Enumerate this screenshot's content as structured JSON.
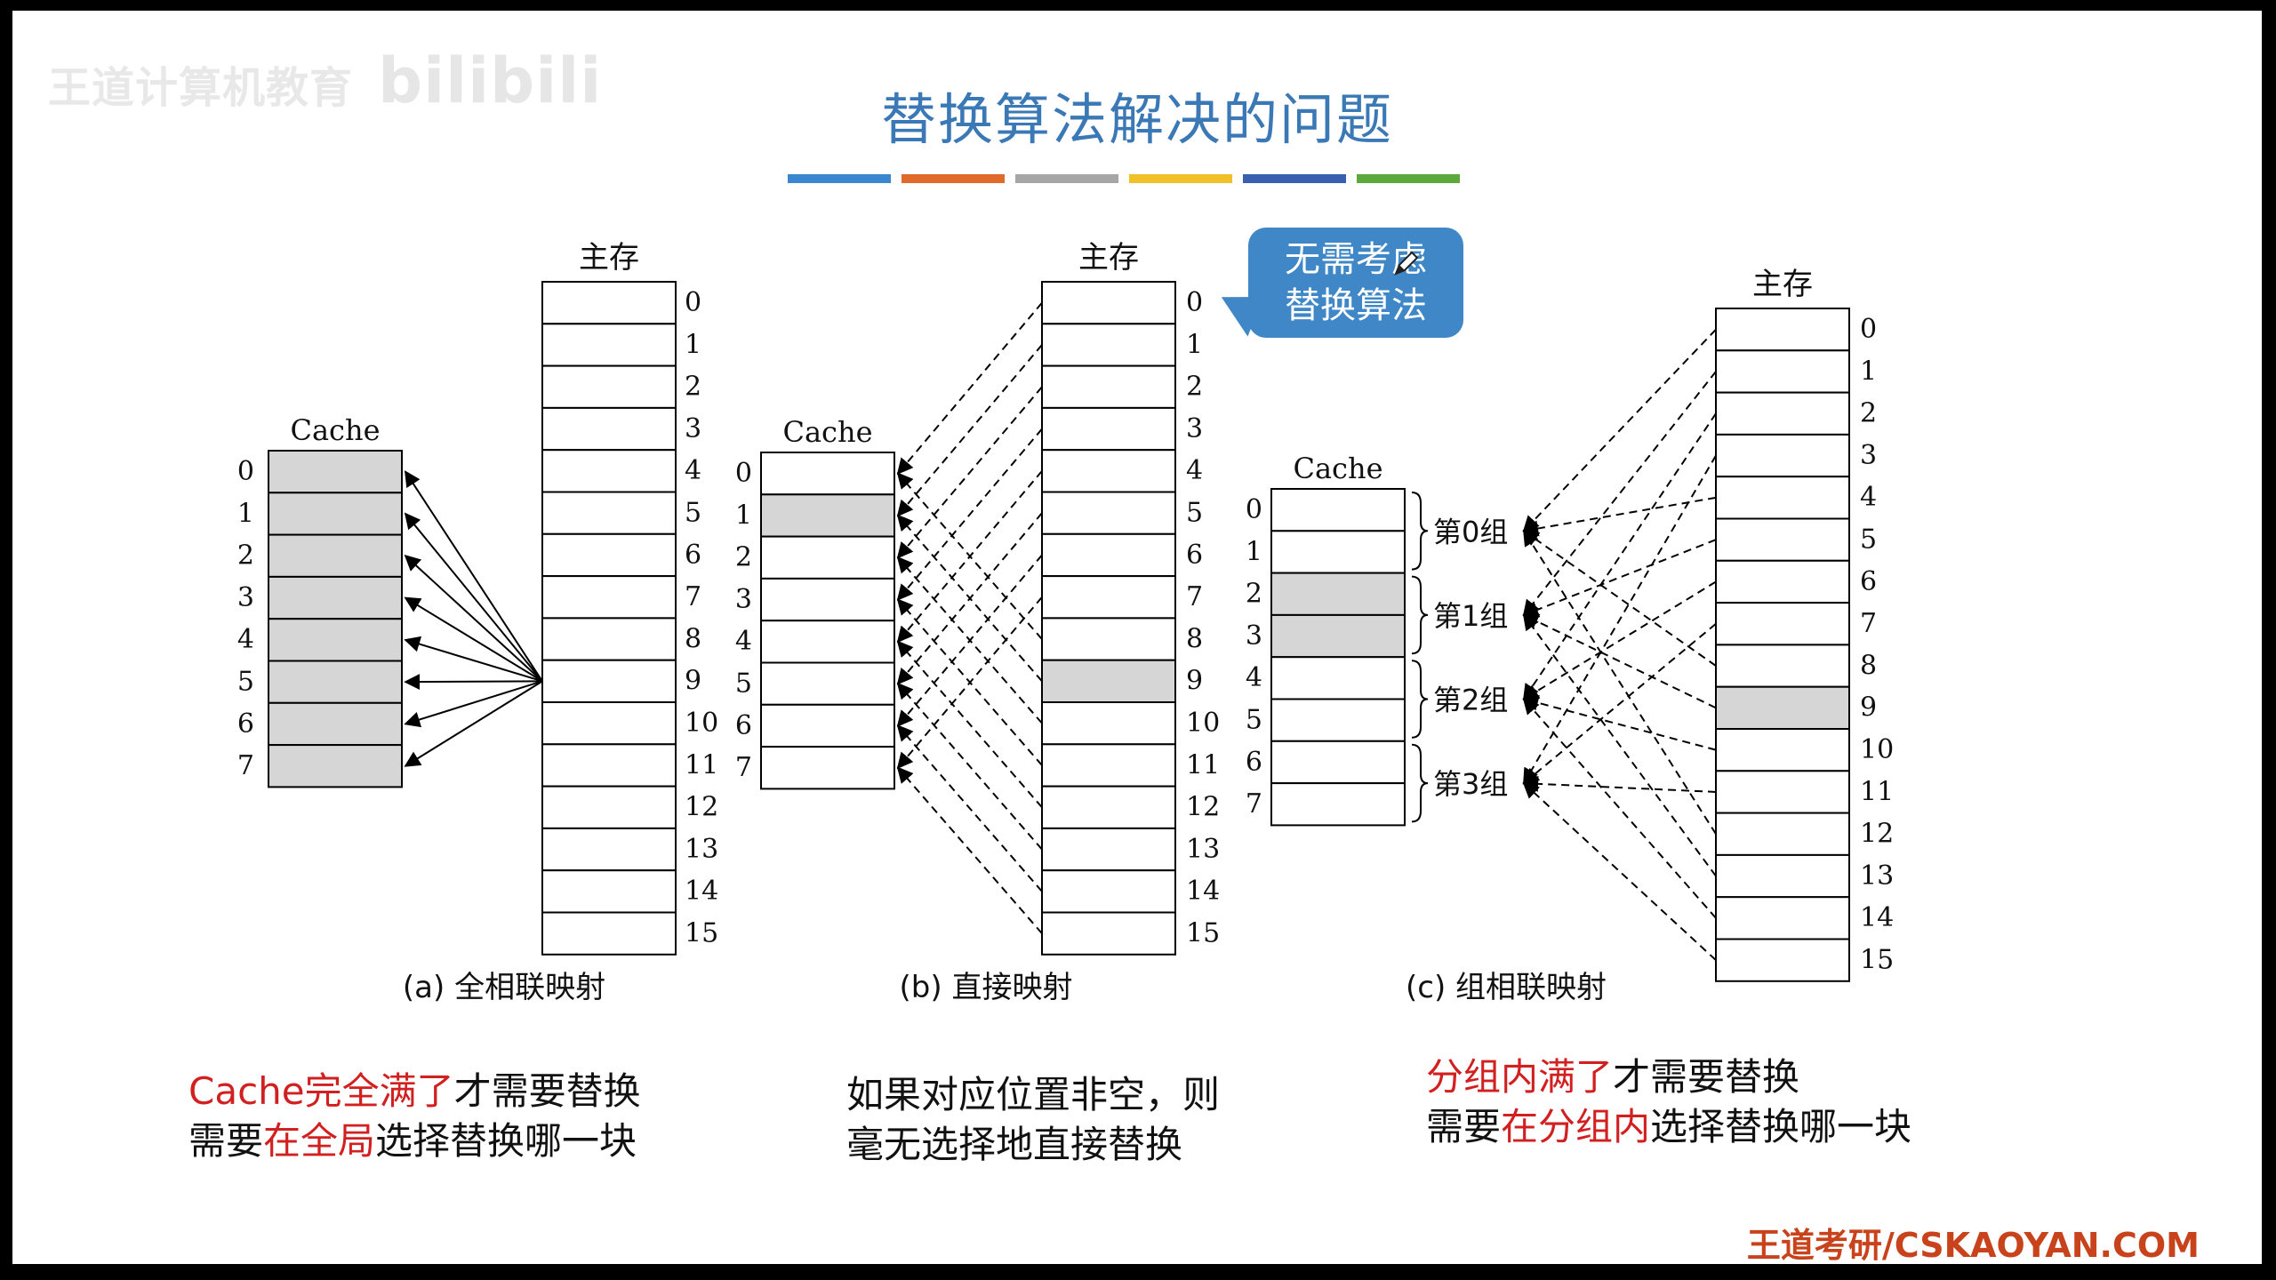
{
  "watermark": {
    "text": "王道计算机教育",
    "logo": "bilibili"
  },
  "title": "替换算法解决的问题",
  "title_bar_colors": [
    "#3a86d0",
    "#e06a2a",
    "#a6a6a6",
    "#f2c029",
    "#3a5fb0",
    "#5da83a"
  ],
  "diagram": {
    "main_label": "主存",
    "cache_label": "Cache",
    "row_labels_mem": [
      "0",
      "1",
      "2",
      "3",
      "4",
      "5",
      "6",
      "7",
      "8",
      "9",
      "10",
      "11",
      "12",
      "13",
      "14",
      "15"
    ],
    "row_labels_cache": [
      "0",
      "1",
      "2",
      "3",
      "4",
      "5",
      "6",
      "7"
    ],
    "captions": {
      "a": "(a) 全相联映射",
      "b": "(b) 直接映射",
      "c": "(c) 组相联映射"
    },
    "group_labels": [
      "第0组",
      "第1组",
      "第2组",
      "第3组"
    ],
    "highlighted_memory_block": 9,
    "colors": {
      "shade": "#d6d6d6",
      "line": "#000000"
    }
  },
  "callout": {
    "line1": "无需考虑",
    "line2": "替换算法",
    "icon": "pen-icon"
  },
  "notes": {
    "left": {
      "l1_red": "Cache完全满了",
      "l1_rest": "才需要替换",
      "l2_pre": "需要",
      "l2_red": "在全局",
      "l2_rest": "选择替换哪一块"
    },
    "middle": {
      "l1": "如果对应位置非空，则",
      "l2": "毫无选择地直接替换"
    },
    "right": {
      "l1_red": "分组内满了",
      "l1_rest": "才需要替换",
      "l2_pre": "需要",
      "l2_red": "在分组内",
      "l2_rest": "选择替换哪一块"
    }
  },
  "footer": "王道考研/CSKAOYAN.COM"
}
